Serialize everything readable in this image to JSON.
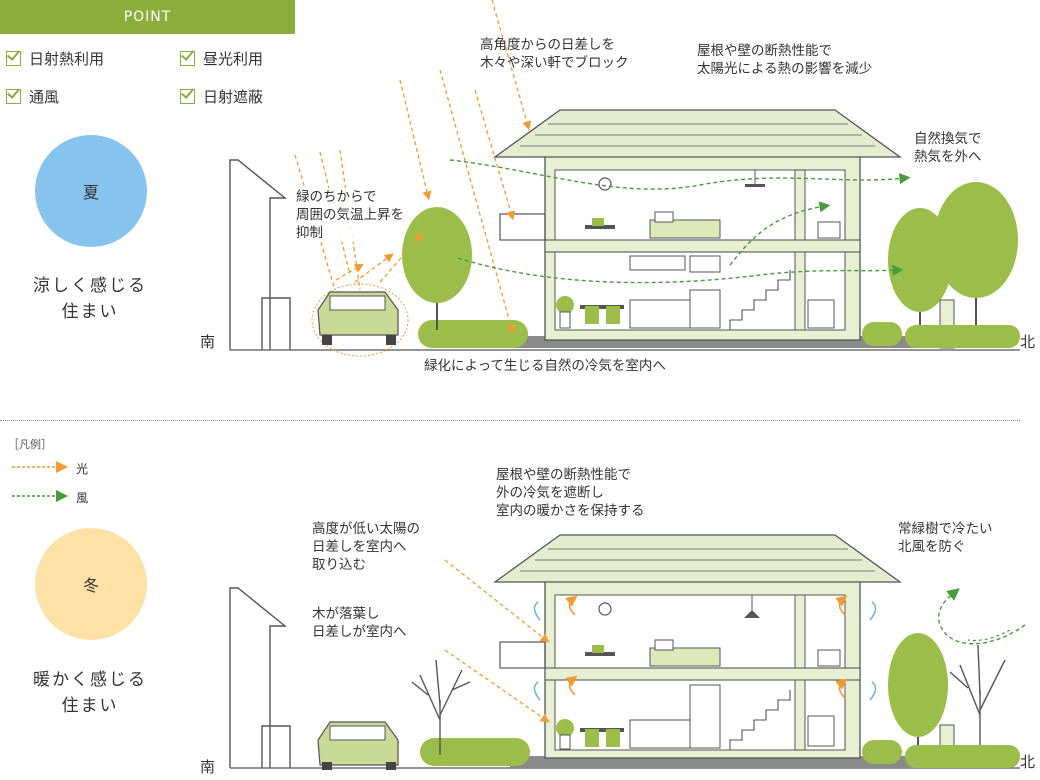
{
  "point": {
    "title": "POINT",
    "items": [
      "日射熱利用",
      "昼光利用",
      "通風",
      "日射遮蔽"
    ]
  },
  "summer": {
    "season": "夏",
    "caption": "涼しく感じる\n住まい",
    "notes": {
      "high_sun": "高角度からの日差しを\n木々や深い軒でブロック",
      "insulation": "屋根や壁の断熱性能で\n太陽光による熱の影響を減少",
      "ventilation": "自然換気で\n熱気を外へ",
      "greenery": "緑のちからで\n周囲の気温上昇を\n抑制",
      "cool_air": "緑化によって生じる自然の冷気を室内へ"
    },
    "south": "南",
    "north": "北"
  },
  "legend": {
    "title": "［凡例］",
    "light": "光",
    "wind": "風"
  },
  "winter": {
    "season": "冬",
    "caption": "暖かく感じる\n住まい",
    "notes": {
      "insulation": "屋根や壁の断熱性能で\n外の冷気を遮断し\n室内の暖かさを保持する",
      "low_sun": "高度が低い太陽の\n日差しを室内へ\n取り込む",
      "deciduous": "木が落葉し\n日差しが室内へ",
      "evergreen": "常緑樹で冷たい\n北風を防ぐ"
    },
    "south": "南",
    "north": "北"
  },
  "colors": {
    "point_green": "#8aad3c",
    "summer_circle": "#86c3ee",
    "winter_circle": "#fde1a6",
    "light_arrow": "#f39a33",
    "wind_arrow": "#4a9a3e",
    "house_fill": "#e9efd2",
    "tree_green": "#9bbe4a",
    "warm_air": "#f39a33",
    "cool_air": "#6cb9e6"
  }
}
